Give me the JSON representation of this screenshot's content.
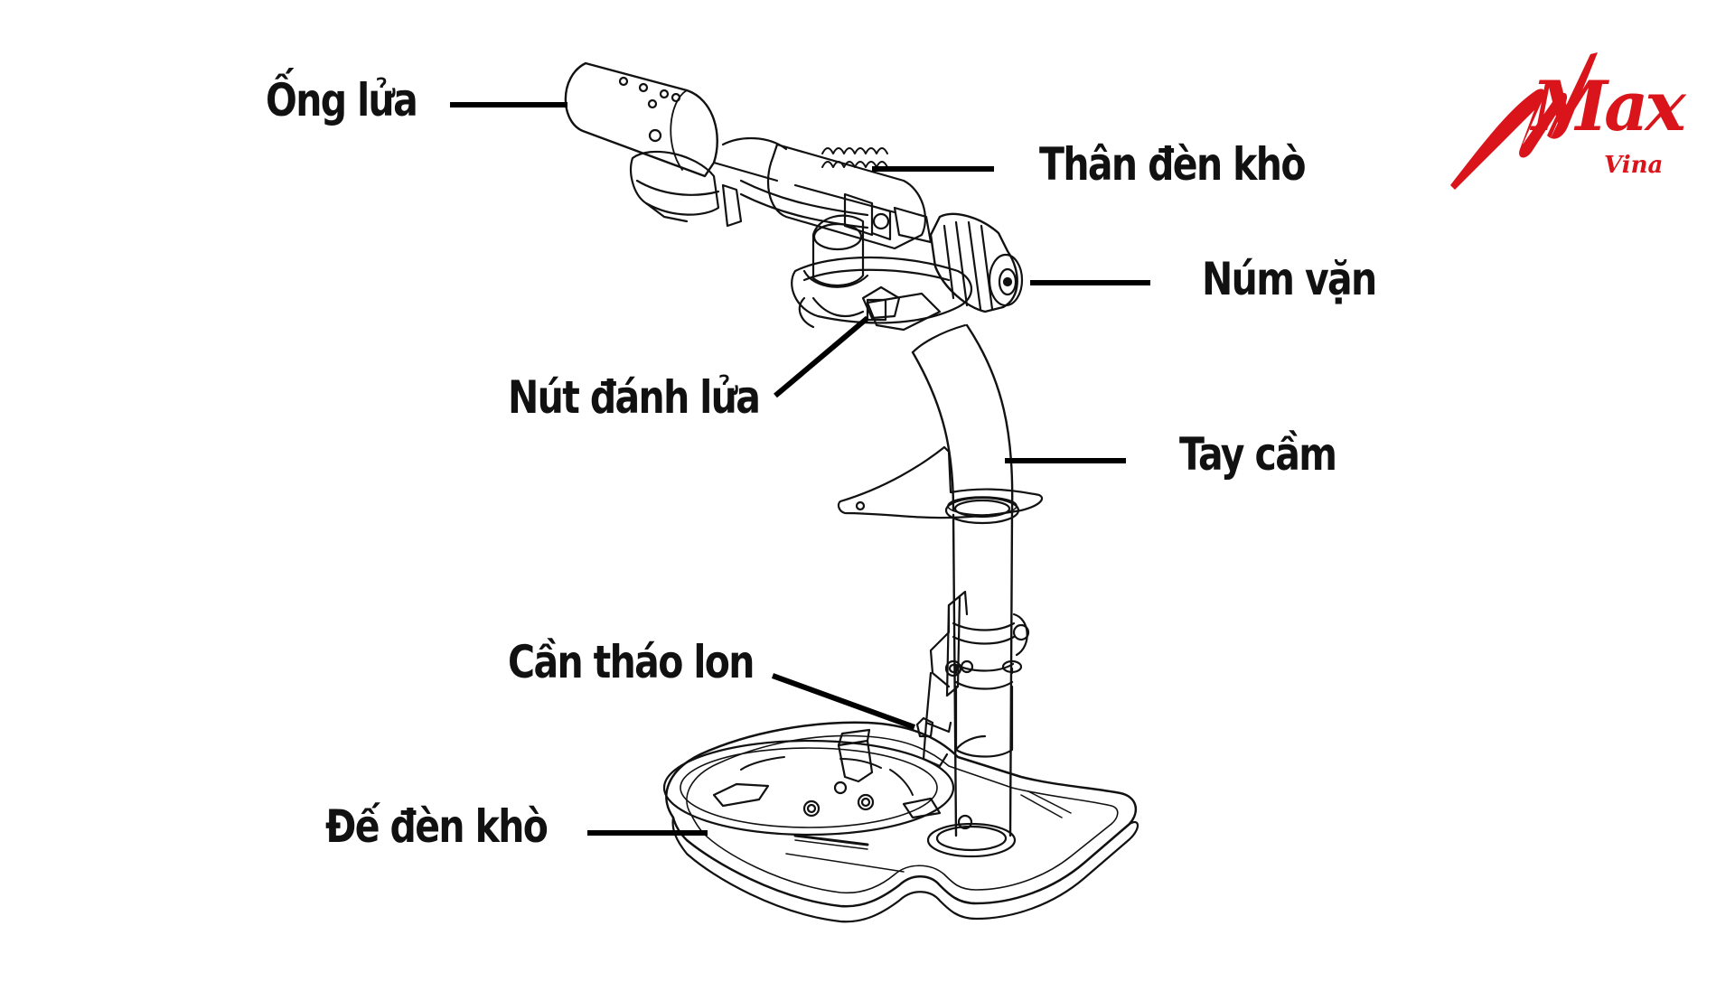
{
  "labels": {
    "ong_lua": "Ống lửa",
    "than_den_kho": "Thân đèn khò",
    "num_van": "Núm vặn",
    "nut_danh_lua": "Nút đánh lửa",
    "tay_cam": "Tay cầm",
    "can_thao_lon": "Cần tháo lon",
    "de_den_kho": "Đế đèn khò"
  },
  "logo": {
    "brand": "Max",
    "sub": "Vina",
    "color": "#d9141b"
  },
  "colors": {
    "line": "#111111",
    "leader": "#000000",
    "background": "#ffffff"
  }
}
